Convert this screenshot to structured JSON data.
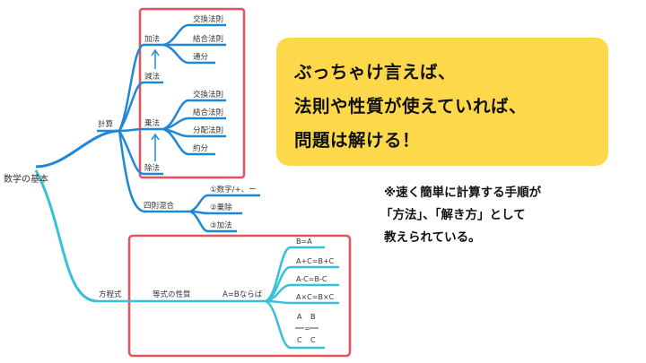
{
  "mindmap": {
    "root": "数学の基本",
    "calc": {
      "label": "計算",
      "add": {
        "label": "加法",
        "children": [
          "交換法則",
          "結合法則",
          "通分"
        ]
      },
      "sub": {
        "label": "減法"
      },
      "mul": {
        "label": "乗法",
        "children": [
          "交換法則",
          "結合法則",
          "分配法則",
          "約分"
        ]
      },
      "div": {
        "label": "除法"
      }
    },
    "mixed": {
      "label": "四則混合",
      "children": [
        "①数字/+、ー",
        "②乗除",
        "③加法"
      ]
    },
    "equation": {
      "label": "方程式",
      "property": "等式の性質",
      "condition": "A=Bならば",
      "results": [
        "B=A",
        "A+C=B+C",
        "A-C=B-C",
        "A×C=B×C"
      ],
      "fraction": {
        "num_a": "A",
        "num_b": "B",
        "den_a": "C",
        "den_b": "C",
        "eq": "="
      }
    }
  },
  "callout": {
    "line1": "ぶっちゃけ言えば、",
    "line2": "法則や性質が使えていれば、",
    "line3": "問題は解ける！"
  },
  "note": {
    "line1": "※速く簡単に計算する手順が",
    "line2": "「方法」、「解き方」として",
    "line3": "教えられている。"
  },
  "colors": {
    "branch_blue": "#1f87d6",
    "branch_cyan": "#36c1d8",
    "highlight_box": "#e8505b",
    "callout_bg": "#fcd84a"
  }
}
